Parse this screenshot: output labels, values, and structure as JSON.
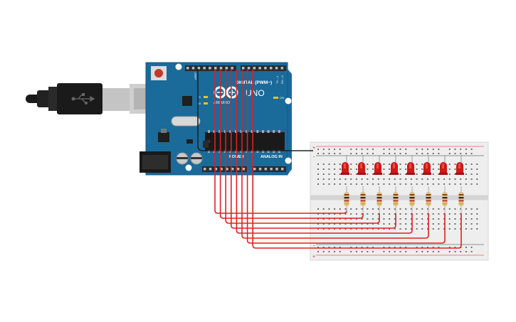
{
  "board": {
    "logo_text": "ARDUINO",
    "model": "UNO",
    "digital_label": "DIGITAL (PWM~)",
    "power_label": "POWER",
    "analog_label": "ANALOG IN",
    "aref_label": "AREF",
    "on_label": "ON",
    "tx_label": "TX",
    "rx_label": "RX",
    "tx_pin_label": "TX→1",
    "rx_pin_label": "RX←0"
  },
  "breadboard": {
    "plus_label": "+",
    "minus_label": "-"
  },
  "colors": {
    "board": "#1a6a9a",
    "wire": "#e02020",
    "black_wire": "#222222",
    "led": "#d01818",
    "breadboard": "#eeeeee",
    "usb": "#1a1a1a"
  },
  "leds": {
    "count": 8
  }
}
